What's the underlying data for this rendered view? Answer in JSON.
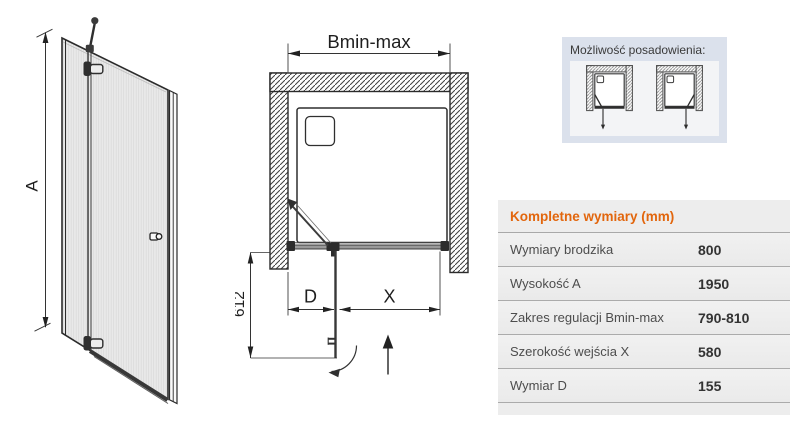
{
  "drawings": {
    "elevation": {
      "height_dim_label": "A"
    },
    "plan": {
      "width_dim_label": "Bmin-max",
      "depth_dim_label": "612",
      "d_dim_label": "D",
      "x_dim_label": "X"
    }
  },
  "placement_panel": {
    "title": "Możliwość posadowienia:"
  },
  "spec_table": {
    "title": "Kompletne wymiary (mm)",
    "rows": [
      {
        "label": "Wymiary brodzika",
        "value": "800"
      },
      {
        "label": "Wysokość A",
        "value": "1950"
      },
      {
        "label": "Zakres regulacji Bmin-max",
        "value": "790-810"
      },
      {
        "label": "Szerokość wejścia X",
        "value": "580"
      },
      {
        "label": "Wymiar D",
        "value": "155"
      }
    ]
  },
  "colors": {
    "accent_orange": "#e2660d",
    "panel_bg": "#dbe1ec",
    "table_bg": "#ededed",
    "line": "#2d2d2d"
  }
}
